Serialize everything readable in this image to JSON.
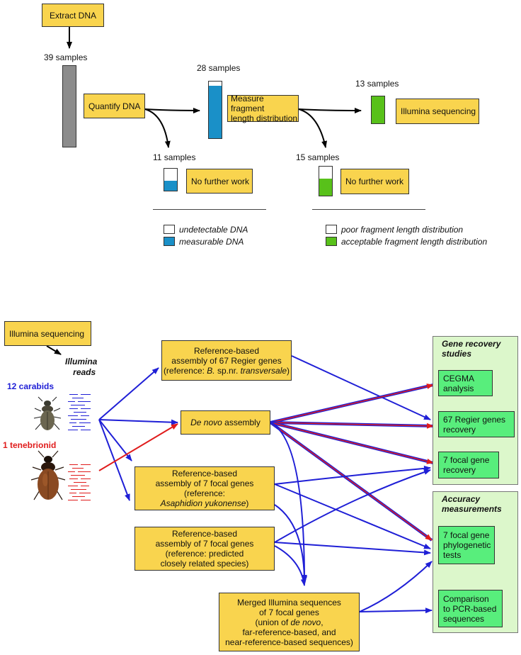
{
  "colors": {
    "box_fill": "#f9d44e",
    "result_fill": "#58ee7c",
    "panel_fill": "#dcf7cb",
    "gray_bar": "#8c8c8c",
    "blue_dna": "#1a90c8",
    "green_dna": "#58c11a",
    "blue_arrow": "#1f1fd6",
    "red_arrow": "#e01c1c",
    "carabid_label": "#1f1fd6",
    "tenebrionid_label": "#e01c1c"
  },
  "workflow": {
    "extract": "Extract DNA",
    "quantify": "Quantify DNA",
    "measure_line1": "Measure fragment",
    "measure_line2": "length distribution",
    "illumina_top": "Illumina sequencing",
    "no_further_1": "No further work",
    "no_further_2": "No further work",
    "count_39": "39 samples",
    "count_28": "28 samples",
    "count_13": "13 samples",
    "count_11": "11 samples",
    "count_15": "15 samples",
    "bars": {
      "all_39": {
        "fraction": 1.0,
        "color": "gray"
      },
      "measured_28": {
        "fraction": 0.96,
        "color": "blue",
        "note": "mostly measurable"
      },
      "sequenced_13": {
        "fraction": 1.0,
        "color": "green"
      },
      "unmeasured_11": {
        "fraction": 0.45,
        "color": "blue"
      },
      "poor_15": {
        "fraction": 0.55,
        "color": "green"
      }
    }
  },
  "legend": {
    "undetectable": "undetectable DNA",
    "measurable": "measurable DNA",
    "poor": "poor fragment length distribution",
    "acceptable": "acceptable fragment length distribution"
  },
  "pipeline": {
    "illumina": "Illumina sequencing",
    "reads_line1": "Illumina",
    "reads_line2": "reads",
    "carabids": "12 carabids",
    "tenebrionid": "1 tenebrionid",
    "ref67": {
      "line1": "Reference-based",
      "line2": "assembly of 67 Regier genes",
      "line3_pre": "(reference: ",
      "line3_it1": "B.",
      "line3_mid": " sp.nr. ",
      "line3_it2": "transversale",
      "line3_post": ")"
    },
    "denovo": {
      "italic": "De novo",
      "rest": " assembly"
    },
    "ref7a": {
      "line1": "Reference-based",
      "line2": "assembly of 7 focal genes",
      "line3": "(reference:",
      "line4": "Asaphidion yukonense",
      "line4_post": ")"
    },
    "ref7b": {
      "line1": "Reference-based",
      "line2": "assembly of 7 focal genes",
      "line3": "(reference: predicted",
      "line4": "closely related species)"
    },
    "merged": {
      "line1": "Merged Illumina sequences",
      "line2": "of 7 focal genes",
      "line3_pre": "(union of ",
      "line3_it": "de novo",
      "line3_post": ",",
      "line4": "far-reference-based, and",
      "line5": "near-reference-based sequences)"
    },
    "gene_panel_title_1": "Gene recovery",
    "gene_panel_title_2": "studies",
    "cegma_1": "CEGMA",
    "cegma_2": "analysis",
    "regier_1": "67 Regier genes",
    "regier_2": "recovery",
    "focal_1": "7 focal gene",
    "focal_2": "recovery",
    "acc_title_1": "Accuracy",
    "acc_title_2": "measurements",
    "phylo_1": "7 focal gene",
    "phylo_2": "phylogenetic",
    "phylo_3": "tests",
    "pcr_1": "Comparison",
    "pcr_2": "to PCR-based",
    "pcr_3": "sequences"
  },
  "icons": [
    "carabid-beetle-icon",
    "tenebrionid-beetle-icon",
    "blue-read-lines-icon",
    "red-read-lines-icon"
  ]
}
